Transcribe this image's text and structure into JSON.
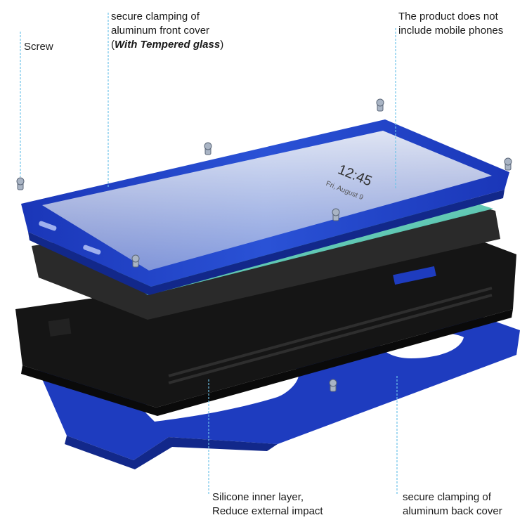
{
  "callouts": {
    "screw": "Screw",
    "front_cover_line1": "secure clamping of",
    "front_cover_line2": "aluminum front cover",
    "front_cover_line3_open": "(",
    "front_cover_line3_em": "With Tempered glass",
    "front_cover_line3_close": ")",
    "no_phone_line1": "The product does not",
    "no_phone_line2": "include mobile phones",
    "silicone_line1": "Silicone inner layer,",
    "silicone_line2": "Reduce external impact",
    "back_cover_line1": "secure clamping of",
    "back_cover_line2": "aluminum back cover"
  },
  "phone_screen": {
    "time": "12:45",
    "date": "Fri, August 9"
  },
  "colors": {
    "aluminum_blue": "#1f3fc4",
    "aluminum_dark": "#12288a",
    "silicone_black": "#141414",
    "leader_line": "#6ec3e8"
  },
  "icons": {
    "screw": "screw-icon"
  }
}
